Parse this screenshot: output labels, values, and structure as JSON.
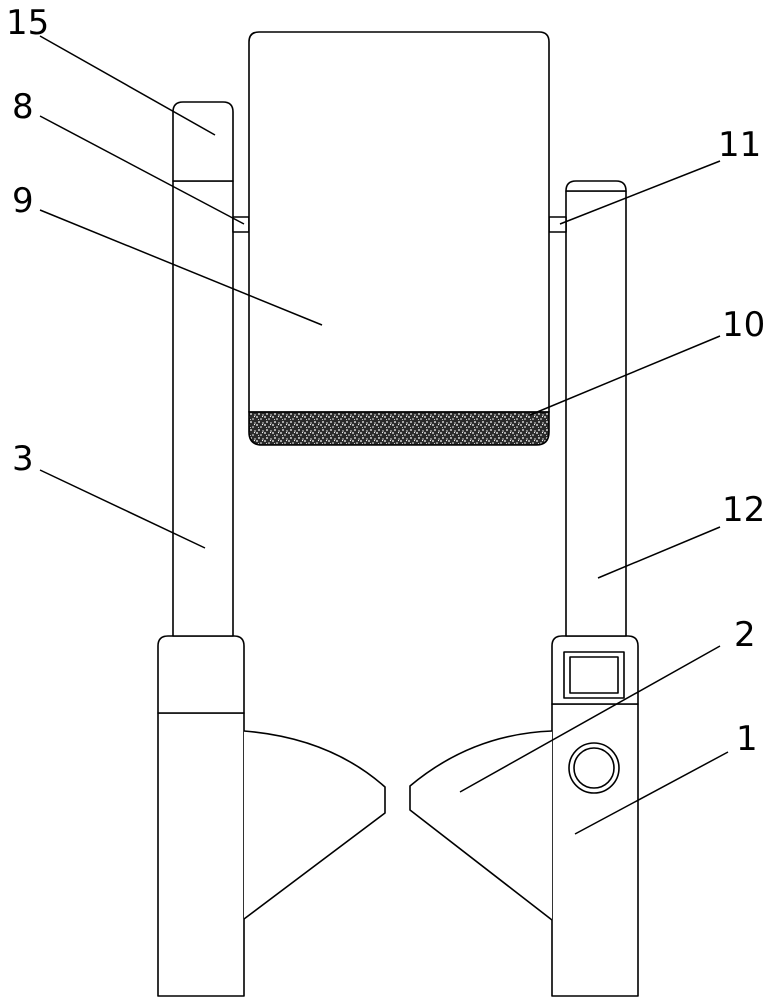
{
  "figure": {
    "labels": {
      "base_right": "1",
      "chute_right": "2",
      "column_left": "3",
      "pivot_left": "8",
      "hopper": "9",
      "abrasive_layer": "10",
      "pivot_right": "11",
      "column_right": "12",
      "cap_left": "15"
    }
  }
}
